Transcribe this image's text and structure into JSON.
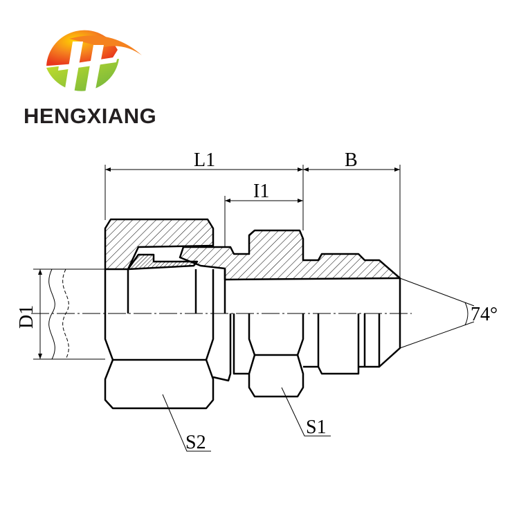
{
  "brand": {
    "name": "HENGXIANG"
  },
  "dimensions": {
    "L1": "L1",
    "I1": "I1",
    "B": "B",
    "D1": "D1",
    "S1": "S1",
    "S2": "S2",
    "angle": "74°"
  },
  "colors": {
    "logo_orange": "#f05a1a",
    "logo_green": "#8cc63f",
    "line": "#000000"
  }
}
